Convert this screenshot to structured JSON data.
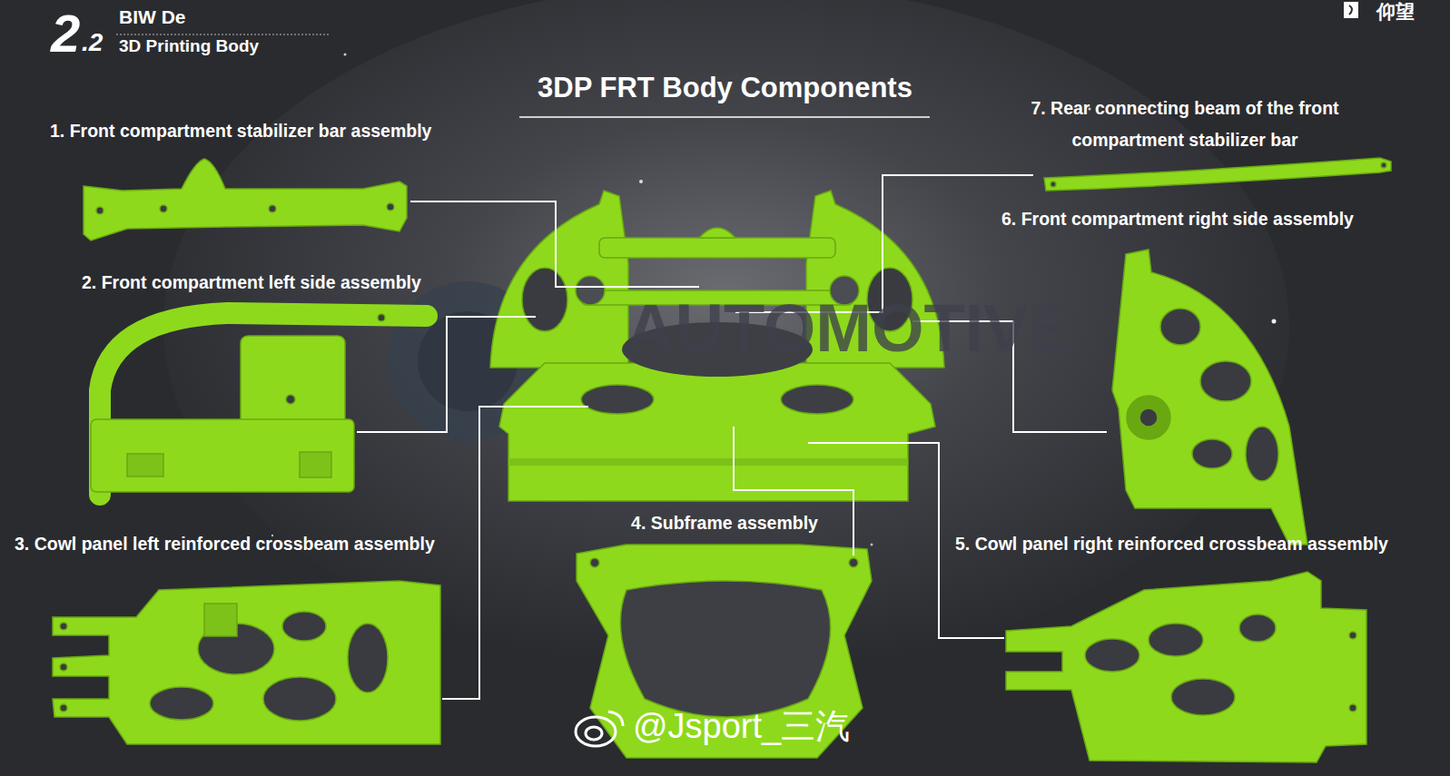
{
  "diagram": {
    "title": "3DP FRT Body Components",
    "labels": [
      "2",
      ".2",
      "BIW De",
      "3D Printing Body",
      "仰望",
      "1. Front compartment stabilizer bar assembly",
      "7. Rear connecting beam of the front compartment stabilizer bar",
      "6. Front compartment right side assembly",
      "2. Front compartment left side assembly",
      "3. Cowl panel left reinforced crossbeam assembly",
      "4. Subframe assembly",
      "5. Cowl panel right reinforced crossbeam assembly",
      "AUTOMOTIVE",
      "@Jsport_三汽"
    ]
  }
}
